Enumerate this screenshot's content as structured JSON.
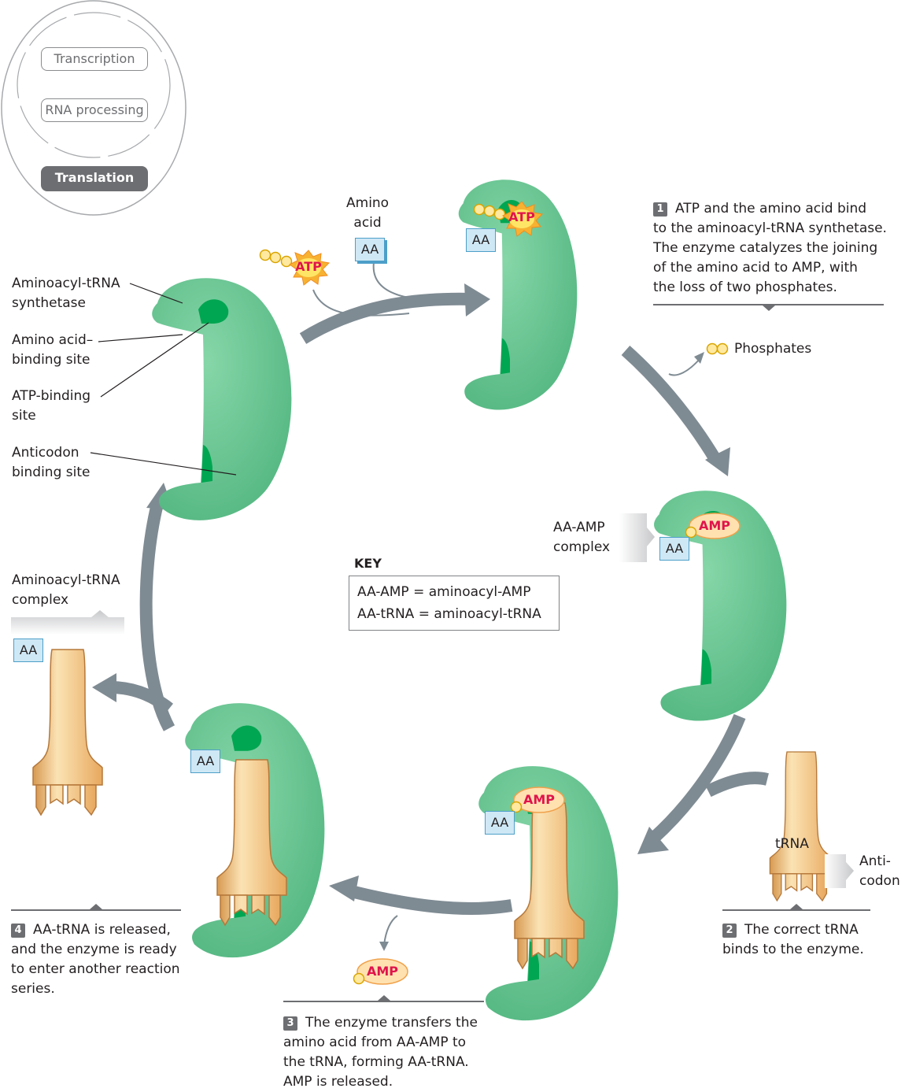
{
  "cell_overview": {
    "items": [
      "Transcription",
      "RNA processing",
      "Translation"
    ],
    "active_item": "Translation"
  },
  "labels": {
    "synthetase_line1": "Aminoacyl-tRNA",
    "synthetase_line2": "synthetase",
    "aa_site_line1": "Amino acid–",
    "aa_site_line2": "binding site",
    "atp_site_line1": "ATP-binding",
    "atp_site_line2": "site",
    "anticodon_site_line1": "Anticodon",
    "anticodon_site_line2": "binding site",
    "amino_acid_line1": "Amino",
    "amino_acid_line2": "acid",
    "phosphates": "Phosphates",
    "aa_amp_line1": "AA-AMP",
    "aa_amp_line2": "complex",
    "complex_line1": "Aminoacyl-tRNA",
    "complex_line2": "complex",
    "anticodon_line1": "Anti-",
    "anticodon_line2": "codon",
    "trna": "tRNA",
    "aa": "AA",
    "atp": "ATP",
    "amp": "AMP"
  },
  "key": {
    "title": "KEY",
    "entries": [
      "AA-AMP = aminoacyl-AMP",
      "AA-tRNA = aminoacyl-tRNA"
    ]
  },
  "steps": [
    {
      "number": "1",
      "lines": [
        "ATP and the amino acid bind",
        "to the aminoacyl-tRNA synthetase.",
        "The enzyme catalyzes the joining",
        "of the amino acid to AMP, with",
        "the loss of two phosphates."
      ]
    },
    {
      "number": "2",
      "lines": [
        "The correct tRNA",
        "binds to the enzyme."
      ]
    },
    {
      "number": "3",
      "lines": [
        "The enzyme transfers the",
        "amino acid from AA-AMP to",
        "the tRNA, forming AA-tRNA.",
        "AMP is released."
      ]
    },
    {
      "number": "4",
      "lines": [
        "AA-tRNA is released,",
        "and the enzyme is ready",
        "to enter another reaction",
        "series."
      ]
    }
  ],
  "colors": {
    "enzyme": "#6cc593",
    "enzyme_dark": "#00a651",
    "arrow": "#7f8b93",
    "trna": "#f2c98a",
    "atp_burst": "#f7b232",
    "molecule_text": "#e0144c",
    "aa_box": "#cfe8f5"
  }
}
